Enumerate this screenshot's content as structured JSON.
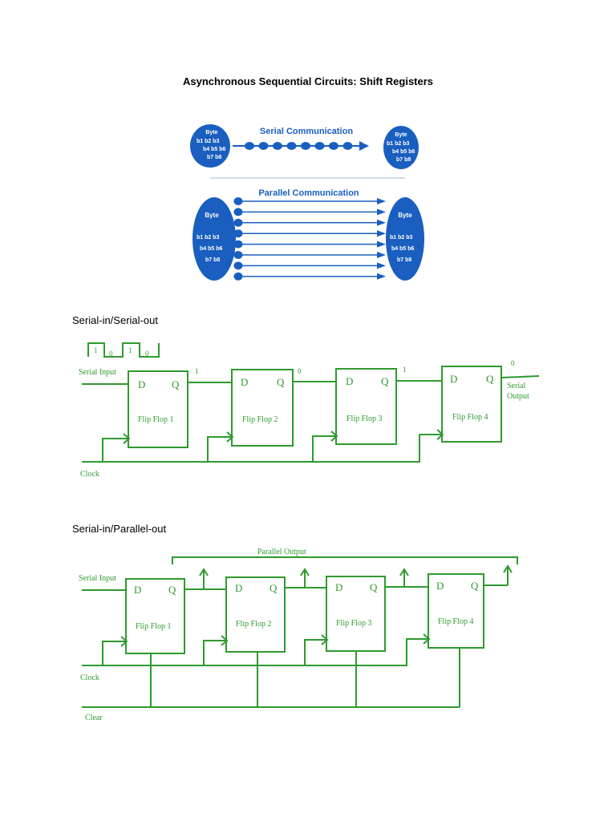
{
  "title": "Asynchronous Sequential Circuits: Shift Registers",
  "comm_figure": {
    "serial_title": "Serial Communication",
    "parallel_title": "Parallel Communication",
    "byte_label": "Byte",
    "bits": [
      "b1",
      "b2",
      "b3",
      "b4",
      "b5",
      "b6",
      "b7",
      "b8"
    ]
  },
  "siso": {
    "heading": "Serial-in/Serial-out",
    "waveform": [
      "1",
      "0",
      "1",
      "0"
    ],
    "serial_input": "Serial Input",
    "clock": "Clock",
    "output_label": [
      "Serial",
      "Output"
    ],
    "q_values": [
      "1",
      "0",
      "1",
      "0"
    ],
    "flipflops": [
      {
        "label": "Flip Flop 1",
        "d": "D",
        "q": "Q"
      },
      {
        "label": "Flip Flop 2",
        "d": "D",
        "q": "Q"
      },
      {
        "label": "Flip Flop 3",
        "d": "D",
        "q": "Q"
      },
      {
        "label": "Flip Flop 4",
        "d": "D",
        "q": "Q"
      }
    ]
  },
  "sipo": {
    "heading": "Serial-in/Parallel-out",
    "parallel_output": "Parallel Output",
    "serial_input": "Serial Input",
    "clock": "Clock",
    "clear": "Clear",
    "flipflops": [
      {
        "label": "Flip Flop 1",
        "d": "D",
        "q": "Q"
      },
      {
        "label": "Flip Flop 2",
        "d": "D",
        "q": "Q"
      },
      {
        "label": "Flip Flop 3",
        "d": "D",
        "q": "Q"
      },
      {
        "label": "Flip Flop 4",
        "d": "D",
        "q": "Q"
      }
    ]
  }
}
